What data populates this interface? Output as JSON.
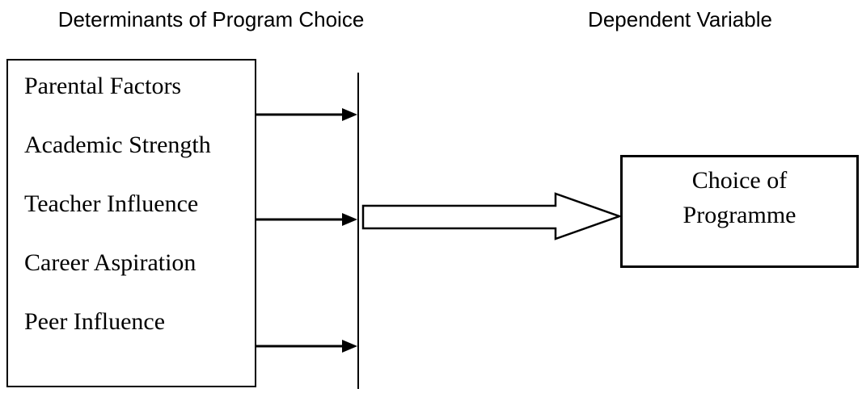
{
  "headings": {
    "left": "Determinants of Program Choice",
    "right": "Dependent Variable"
  },
  "determinants_box": {
    "items": [
      "Parental Factors",
      "Academic Strength",
      "Teacher Influence",
      "Career Aspiration",
      "Peer Influence"
    ]
  },
  "dependent_box": {
    "line1": "Choice of",
    "line2": "Programme"
  },
  "colors": {
    "ink": "#000000",
    "background": "#ffffff"
  }
}
